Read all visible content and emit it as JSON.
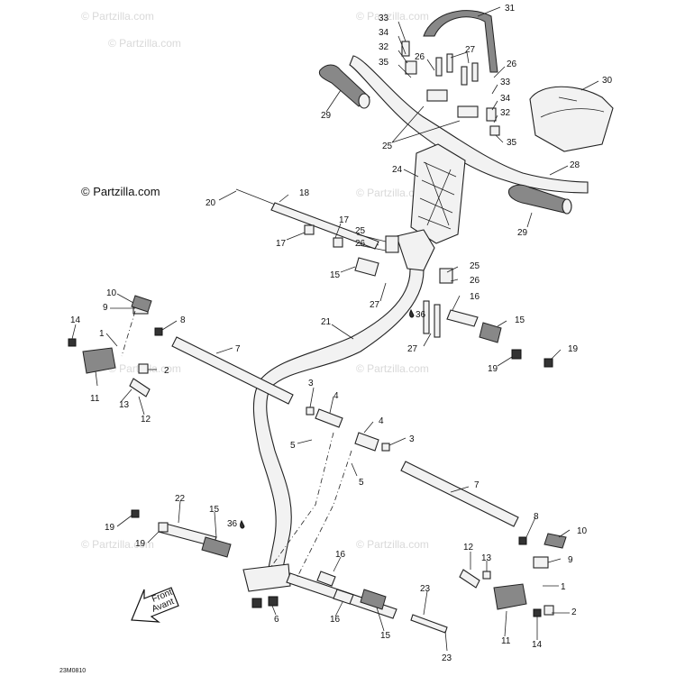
{
  "watermark": "© Partzilla.com",
  "copyright": "© Partzilla.com",
  "diagram_code": "23M0810",
  "direction": {
    "line1": "Front",
    "line2": "Avant"
  },
  "callouts": {
    "c31": "31",
    "c33a": "33",
    "c34a": "34",
    "c32a": "32",
    "c35a": "35",
    "c26a": "26",
    "c27a": "27",
    "c26b": "26",
    "c33b": "33",
    "c34b": "34",
    "c32b": "32",
    "c35b": "35",
    "c29a": "29",
    "c30": "30",
    "c25a": "25",
    "c24": "24",
    "c28": "28",
    "c29b": "29",
    "c20": "20",
    "c18": "18",
    "c17a": "17",
    "c17b": "17",
    "c25b": "25",
    "c26c": "26",
    "c15a": "15",
    "c27b": "27",
    "c25c": "25",
    "c26d": "26",
    "c16a": "16",
    "c36a": "36",
    "c27c": "27",
    "c21": "21",
    "c15b": "15",
    "c19a": "19",
    "c19b": "19",
    "c10a": "10",
    "c9a": "9",
    "c8a": "8",
    "c14a": "14",
    "c1a": "1",
    "c7a": "7",
    "c2a": "2",
    "c11a": "11",
    "c13a": "13",
    "c12a": "12",
    "c3a": "3",
    "c4a": "4",
    "c4b": "4",
    "c5a": "5",
    "c3b": "3",
    "c5b": "5",
    "c7b": "7",
    "c22": "22",
    "c15c": "15",
    "c19c": "19",
    "c19d": "19",
    "c36b": "36",
    "c8b": "8",
    "c10b": "10",
    "c12b": "12",
    "c13b": "13",
    "c9b": "9",
    "c16b": "16",
    "c1b": "1",
    "c23a": "23",
    "c16c": "16",
    "c2b": "2",
    "c6": "6",
    "c15d": "15",
    "c11b": "11",
    "c14b": "14",
    "c23b": "23"
  }
}
